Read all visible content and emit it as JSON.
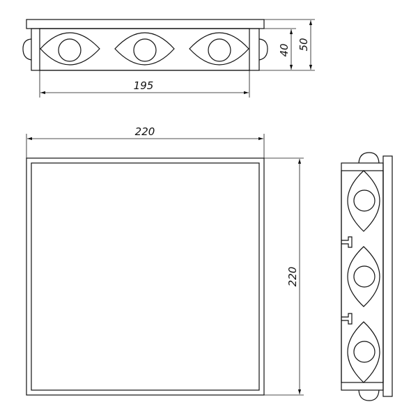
{
  "dimensions": {
    "top_width": "195",
    "top_height_inner": "40",
    "top_height_outer": "50",
    "front_width": "220",
    "front_height": "220"
  },
  "colors": {
    "stroke": "#111111",
    "fill": "#ffffff"
  }
}
